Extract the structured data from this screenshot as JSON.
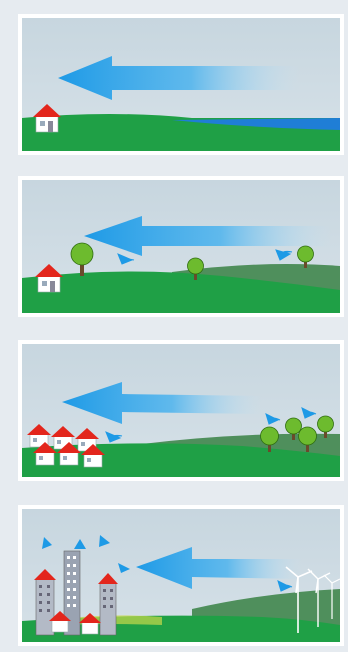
{
  "colors": {
    "page_background": "#e6ebf0",
    "sky": "#c9d8e0",
    "grass": "#1fa046",
    "grass_dark": "#168a3a",
    "distant_terrain": "#4f8f5c",
    "water": "#1f7ed6",
    "wind_arrow": "#1e9ae6",
    "roof": "#e3261c",
    "wall": "#ffffff",
    "tree": "#6dbb2e",
    "building": "#9aa3b2"
  },
  "panels": [
    {
      "scene": "open-land-near-water",
      "icons": [
        "house-icon",
        "wind-arrow-icon"
      ]
    },
    {
      "scene": "scattered-trees",
      "icons": [
        "house-icon",
        "tree-icon",
        "wind-arrow-icon",
        "turbulence-arrow-icon"
      ]
    },
    {
      "scene": "village-and-woodland",
      "icons": [
        "house-icon",
        "tree-icon",
        "wind-arrow-icon",
        "turbulence-arrow-icon"
      ]
    },
    {
      "scene": "city-and-wind-turbines",
      "icons": [
        "building-icon",
        "wind-turbine-icon",
        "wind-arrow-icon",
        "turbulence-arrow-icon"
      ]
    }
  ]
}
